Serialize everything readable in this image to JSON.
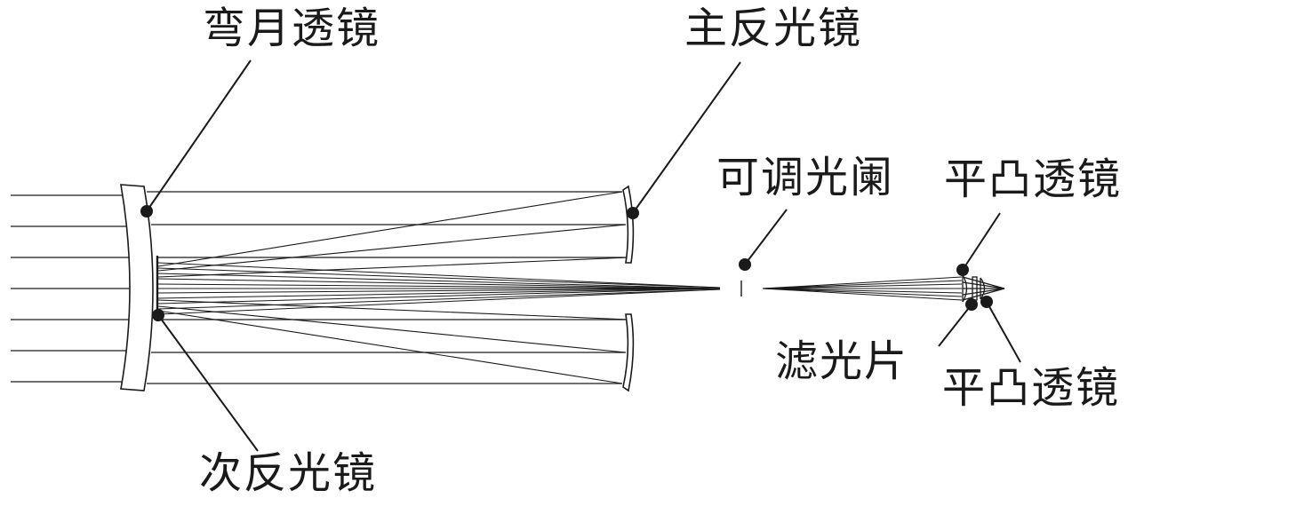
{
  "diagram": {
    "labels": {
      "meniscus_lens": "弯月透镜",
      "primary_mirror": "主反光镜",
      "adjustable_aperture": "可调光阑",
      "planoconvex_lens_top": "平凸透镜",
      "filter": "滤光片",
      "planoconvex_lens_bottom": "平凸透镜",
      "secondary_mirror": "次反光镜"
    },
    "colors": {
      "line": "#1a1a1a",
      "background": "#ffffff"
    }
  }
}
